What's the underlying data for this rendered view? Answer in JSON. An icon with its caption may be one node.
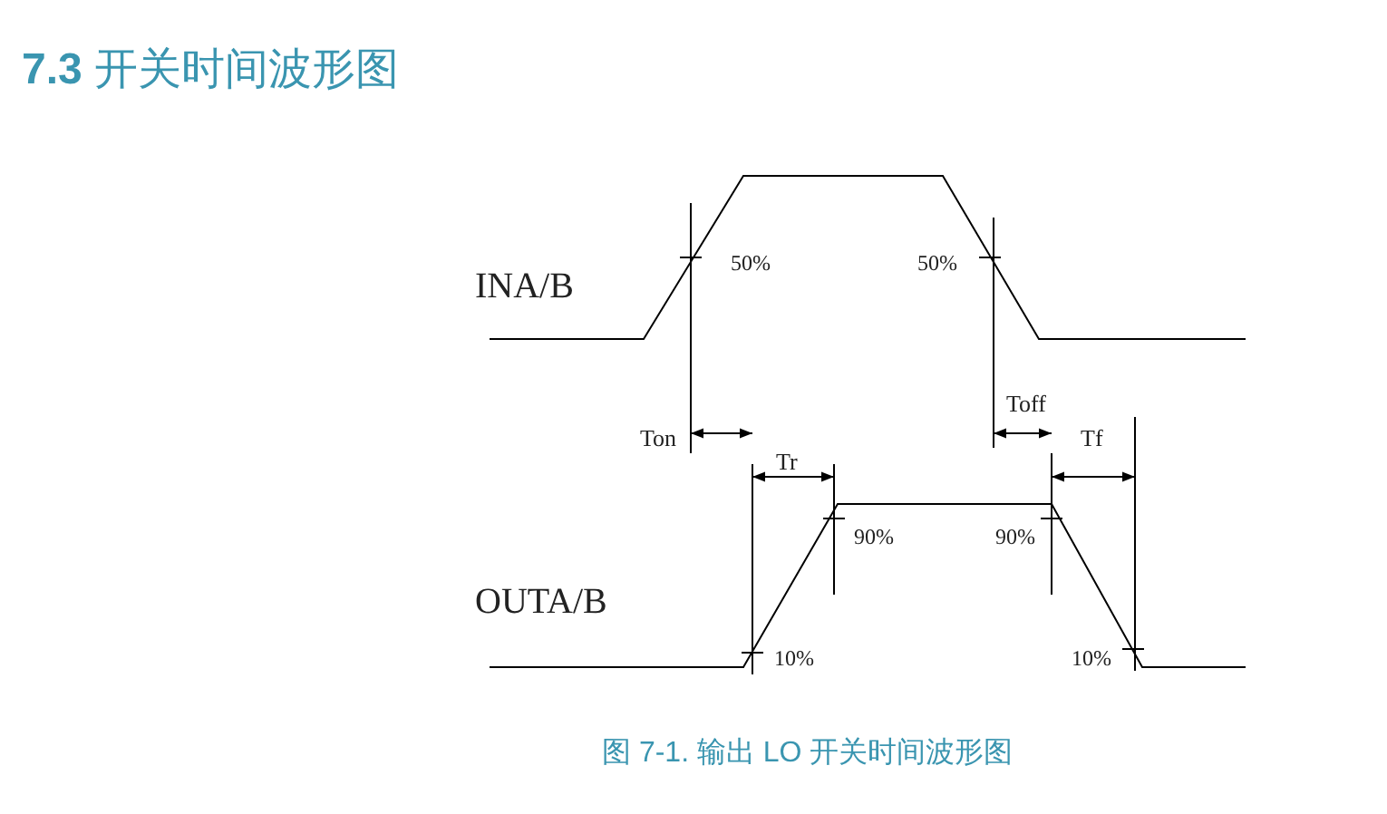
{
  "diagram": {
    "title": "**7.3** 开关时间波形图",
    "caption": "图 7-1. 输出 LO 开关时间波形图",
    "labels": [
      "50%",
      "50%",
      "INA/B",
      "Toff",
      "Ton",
      "Tf",
      "Tr",
      "90%",
      "90%",
      "OUTA/B",
      "10%",
      "10%"
    ]
  }
}
